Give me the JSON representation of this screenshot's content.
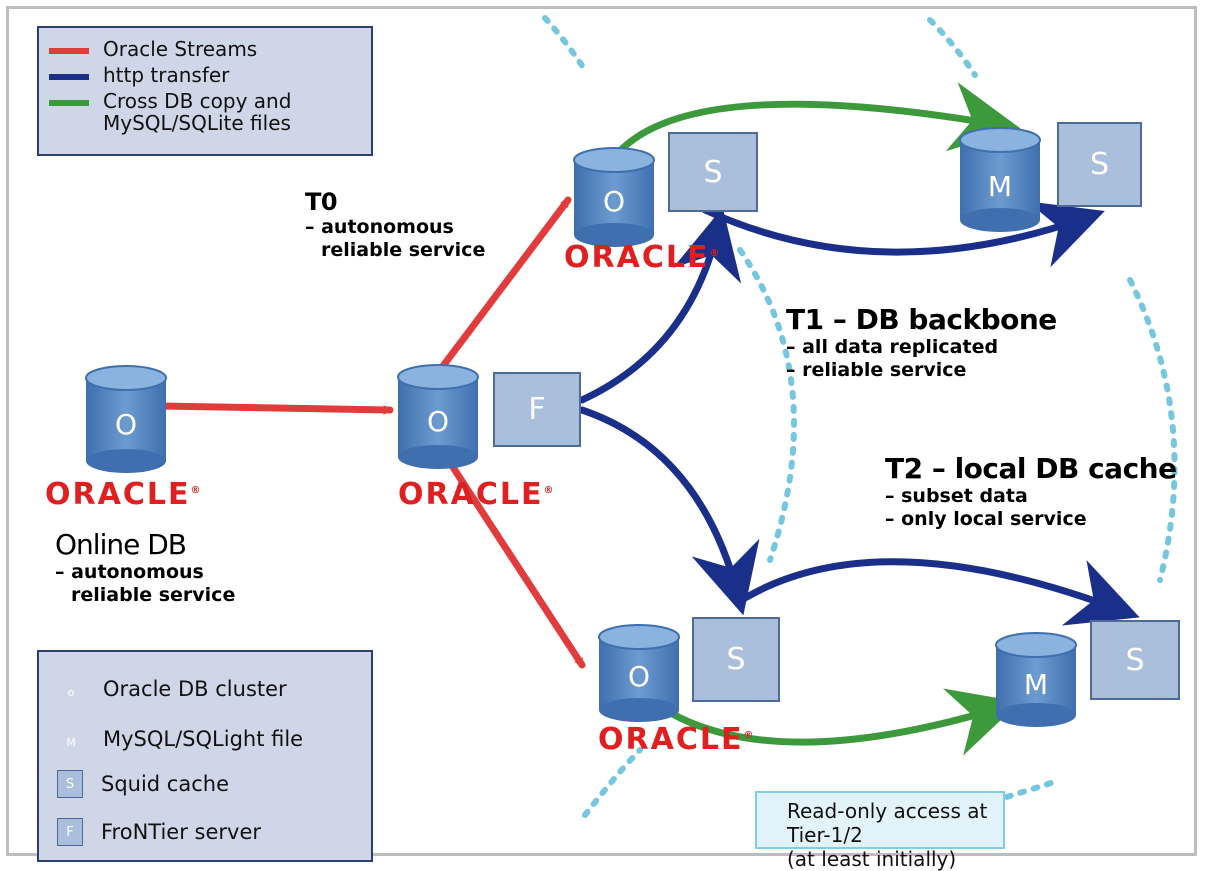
{
  "legend": {
    "streams": "Oracle Streams",
    "http": "http transfer",
    "copy_line1": "Cross DB copy and",
    "copy_line2": "MySQL/SQLite files"
  },
  "labels": {
    "t0_title": "T0",
    "t0_line1": "– autonomous",
    "t0_line2": "reliable service",
    "t1_title": "T1 – DB backbone",
    "t1_line1": "– all data replicated",
    "t1_line2": "– reliable service",
    "t2_title": "T2 – local DB cache",
    "t2_line1": "– subset data",
    "t2_line2": "– only local service",
    "online_title": "Online DB",
    "online_line1": "– autonomous",
    "online_line2": "reliable service"
  },
  "logo_text": "ORACLE",
  "nodes": {
    "oracle_letter": "O",
    "oracle_letter_small": "o",
    "mysql_letter": "M",
    "squid_letter": "S",
    "frontier_letter": "F"
  },
  "key": {
    "oracle": "Oracle DB cluster",
    "mysql": "MySQL/SQLight file",
    "squid": "Squid cache",
    "frontier": "FroNTier server"
  },
  "note": {
    "line1": "Read-only access at Tier-1/2",
    "line2": "(at least initially)"
  },
  "colors": {
    "oracle_streams": "#e23b3b",
    "http_transfer": "#1a2f8a",
    "cross_db_copy": "#3c9a3c",
    "oracle_logo": "#e02020",
    "boundary": "#77c6e0"
  }
}
